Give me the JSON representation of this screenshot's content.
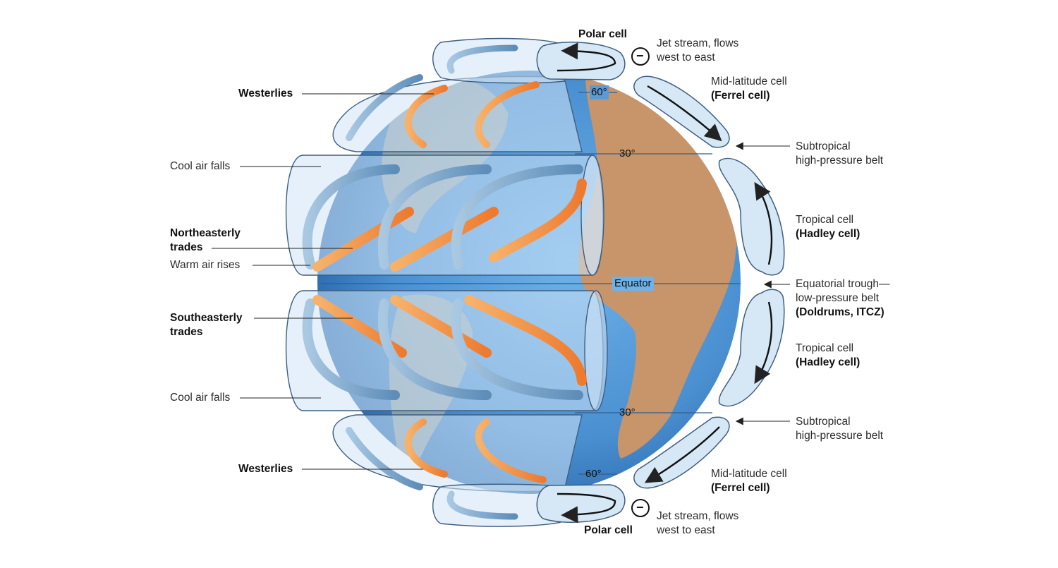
{
  "labels": {
    "polar_cell_top": "Polar cell",
    "polar_cell_bottom": "Polar cell",
    "jet_stream_top_1": "Jet stream, flows",
    "jet_stream_top_2": "west to east",
    "jet_stream_bottom_1": "Jet stream, flows",
    "jet_stream_bottom_2": "west to east",
    "midlat_top_1": "Mid-latitude cell",
    "midlat_top_2": "(Ferrel cell)",
    "midlat_bottom_1": "Mid-latitude cell",
    "midlat_bottom_2": "(Ferrel cell)",
    "subtrop_top_1": "Subtropical",
    "subtrop_top_2": "high-pressure belt",
    "subtrop_bottom_1": "Subtropical",
    "subtrop_bottom_2": "high-pressure belt",
    "tropical_top_1": "Tropical cell",
    "tropical_top_2": "(Hadley cell)",
    "tropical_bottom_1": "Tropical cell",
    "tropical_bottom_2": "(Hadley cell)",
    "equatorial_1": "Equatorial trough—",
    "equatorial_2": "low-pressure belt",
    "equatorial_3": "(Doldrums, ITCZ)",
    "westerlies_top": "Westerlies",
    "westerlies_bottom": "Westerlies",
    "cool_air_top": "Cool air falls",
    "cool_air_bottom": "Cool air falls",
    "ne_trades_1": "Northeasterly",
    "ne_trades_2": "trades",
    "warm_air": "Warm air rises",
    "se_trades_1": "Southeasterly",
    "se_trades_2": "trades",
    "lat_60_top": "60°",
    "lat_30_top": "30°",
    "equator": "Equator",
    "lat_30_bottom": "30°",
    "lat_60_bottom": "60°",
    "minus_top": "−",
    "minus_bottom": "−"
  },
  "colors": {
    "ocean": "#5a9bd5",
    "land": "#c8956a",
    "cell_fill": "#cfe3f5",
    "cell_stroke": "#3e5f80",
    "warm_arrow": "#f08a3c",
    "cool_arrow": "#7fa9cc"
  }
}
